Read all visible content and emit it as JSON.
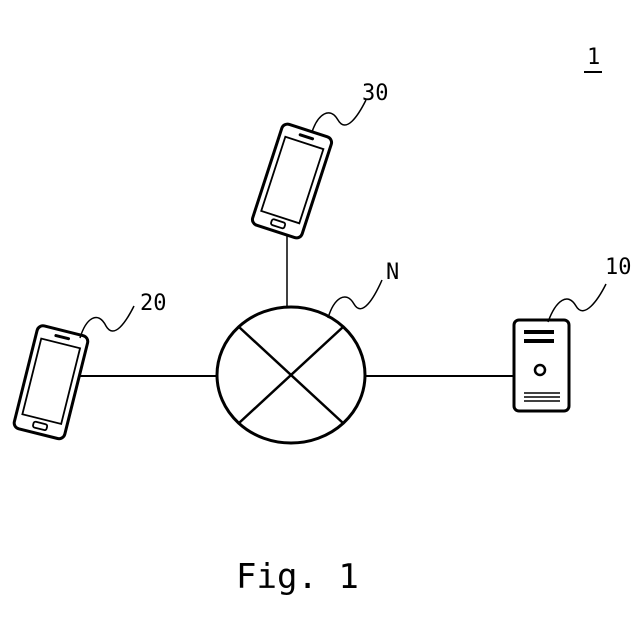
{
  "figure": {
    "system_label": "1",
    "caption": "Fig. 1"
  },
  "nodes": {
    "server": {
      "label": "10",
      "icon": "server-tower-icon"
    },
    "device_left": {
      "label": "20",
      "icon": "smartphone-icon"
    },
    "device_top": {
      "label": "30",
      "icon": "smartphone-icon"
    },
    "network": {
      "label": "N",
      "icon": "network-hub-icon"
    }
  },
  "colors": {
    "stroke": "#000000",
    "background": "#ffffff"
  }
}
